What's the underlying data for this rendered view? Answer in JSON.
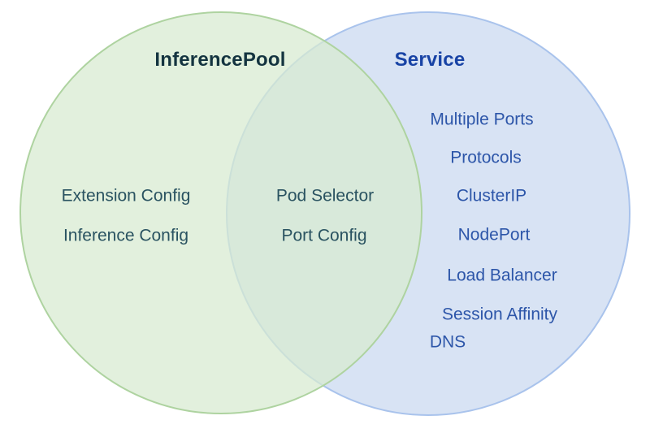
{
  "colors": {
    "background": "#ffffff",
    "left_fill": "#d7ead1",
    "left_fill_effective": "#e2f0de",
    "left_stroke": "#aed3a0",
    "right_fill": "#d8e3f4",
    "right_stroke": "#a9c3ec",
    "overlap_fill": "#d7e8dc",
    "left_title_color": "#143440",
    "left_item_color": "#2a5361",
    "right_title_color": "#1843a5",
    "right_item_color": "#2d56a9"
  },
  "venn": {
    "left": {
      "title": "InferencePool",
      "items": [
        "Extension Config",
        "Inference Config"
      ]
    },
    "overlap": {
      "items": [
        "Pod Selector",
        "Port Config"
      ]
    },
    "right": {
      "title": "Service",
      "items": [
        "Multiple Ports",
        "Protocols",
        "ClusterIP",
        "NodePort",
        "Load Balancer",
        "Session Affinity",
        "DNS"
      ]
    }
  }
}
